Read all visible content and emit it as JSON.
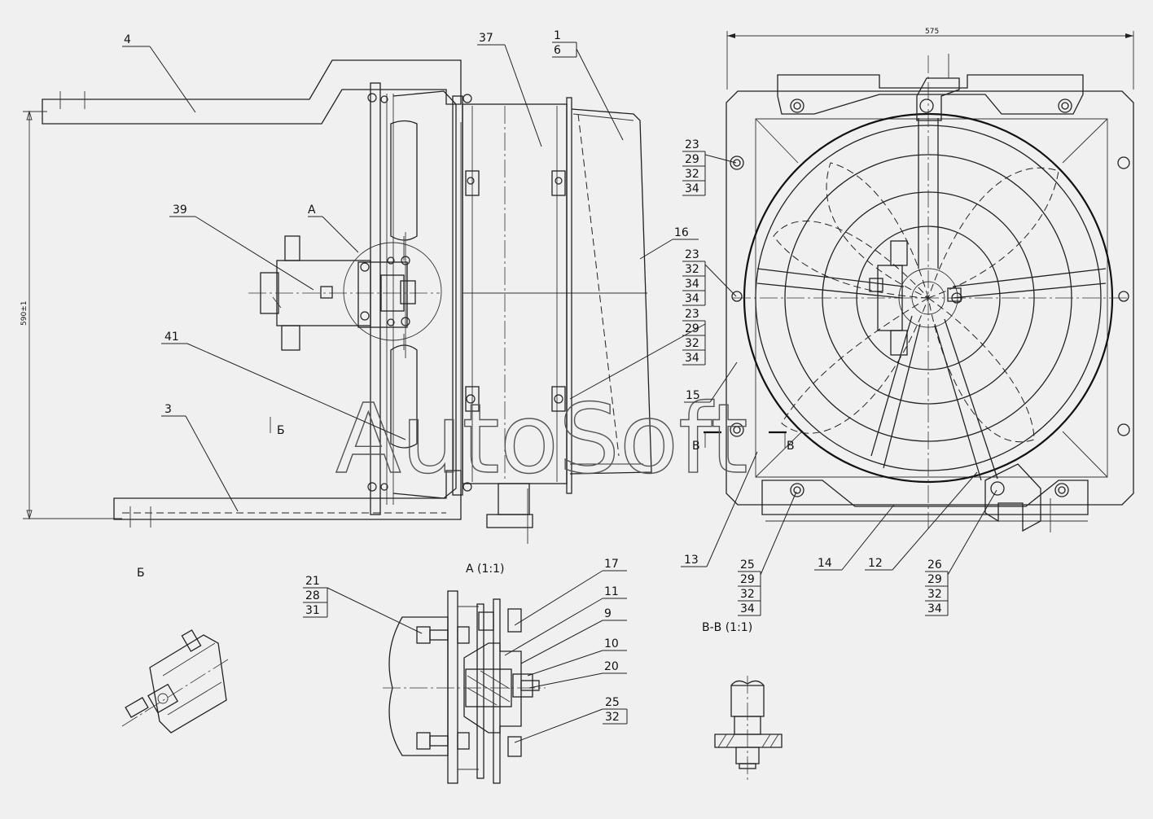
{
  "watermark": "AutoSoft",
  "dimensions": {
    "height": "590±1",
    "width": "575"
  },
  "view_titles": {
    "view_b": "Б",
    "detail_a": "А (1:1)",
    "section_vv": "В-В    (1:1)"
  },
  "markers": {
    "a": "А",
    "b": "Б",
    "v_left": "В",
    "v_right": "В"
  },
  "labels": {
    "p4": "4",
    "p37": "37",
    "p1": "1",
    "p6": "6",
    "p39": "39",
    "p16": "16",
    "p41": "41",
    "p3": "3",
    "p15": "15",
    "p13": "13",
    "p14": "14",
    "p12": "12",
    "p17": "17",
    "p11": "11",
    "p9": "9",
    "p10": "10",
    "p20": "20"
  },
  "stacks": {
    "s1": [
      "23",
      "29",
      "32",
      "34"
    ],
    "s2": [
      "23",
      "32",
      "34",
      "34"
    ],
    "s3": [
      "23",
      "29",
      "32",
      "34"
    ],
    "s4": [
      "25",
      "29",
      "32",
      "34"
    ],
    "s5": [
      "26",
      "29",
      "32",
      "34"
    ],
    "s6": [
      "21",
      "28",
      "31"
    ],
    "s7": [
      "25",
      "32"
    ]
  },
  "icons": {
    "bolt": "bolt-head-icon",
    "grease": "grease-fitting-icon"
  }
}
